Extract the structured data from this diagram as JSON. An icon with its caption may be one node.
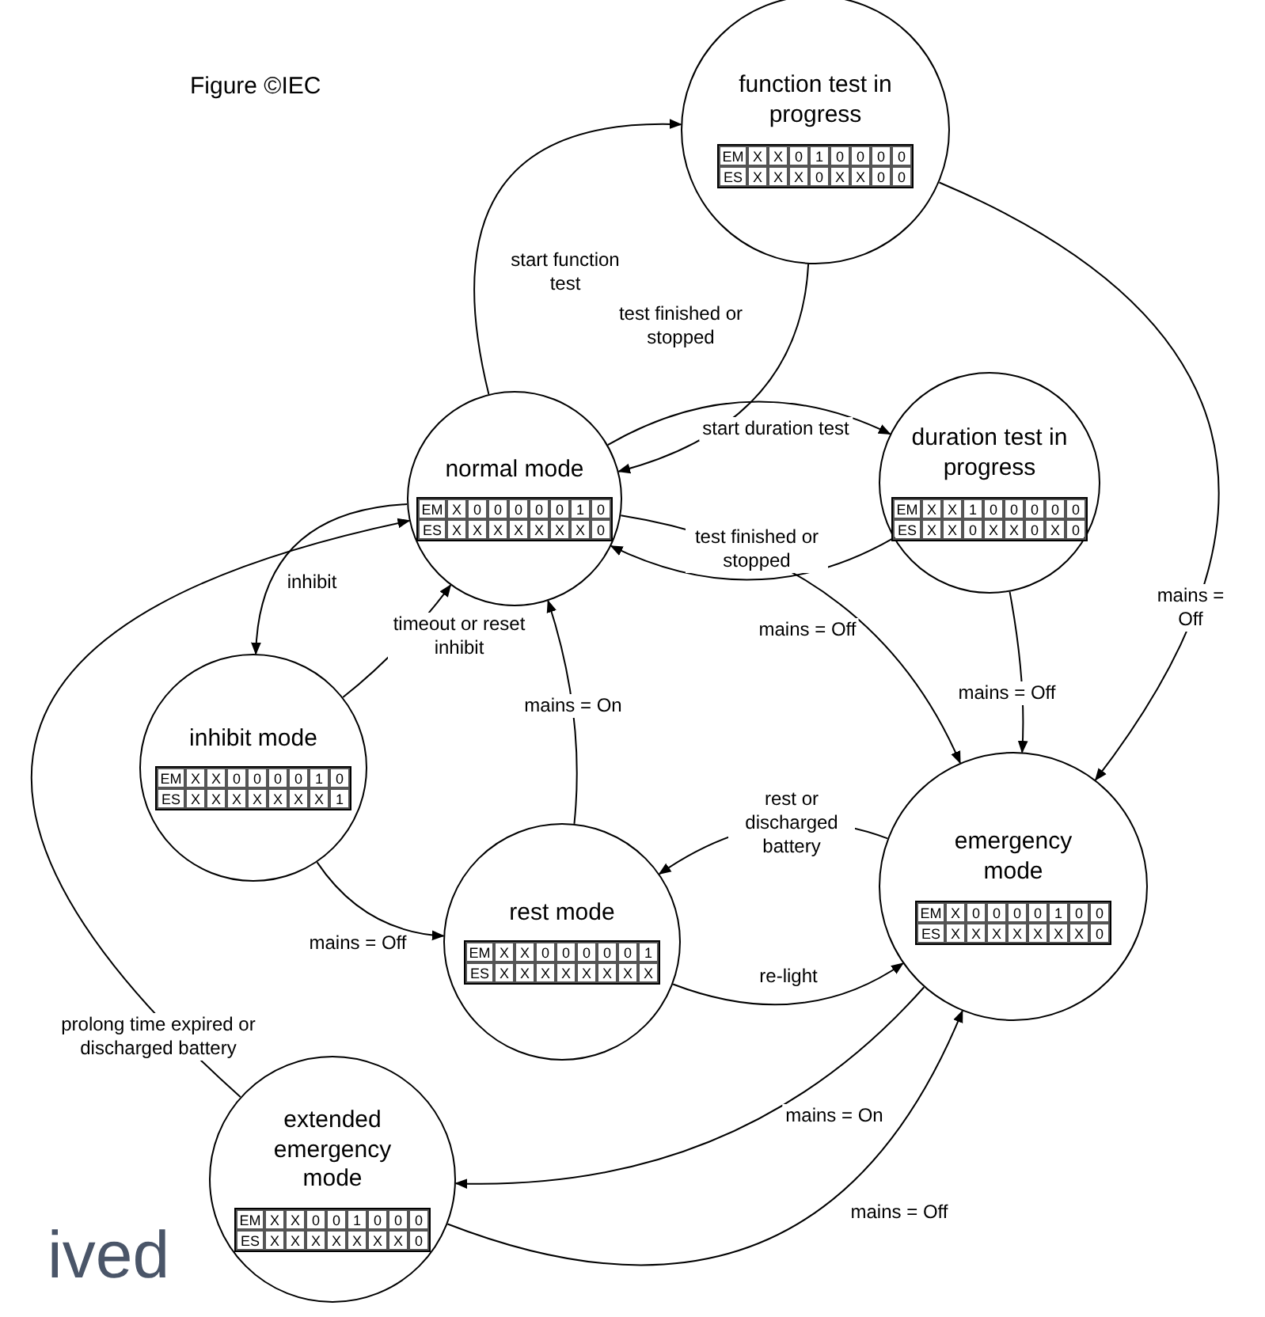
{
  "diagram": {
    "nodes": [
      {
        "text": [
          "function test in progress",
          "EM",
          "X",
          "X",
          "0",
          "1",
          "0",
          "0",
          "0",
          "0",
          "ES",
          "X",
          "X",
          "X",
          "0",
          "X",
          "X",
          "0",
          "0"
        ]
      },
      {
        "text": [
          "normal mode",
          "EM",
          "X",
          "0",
          "0",
          "0",
          "0",
          "0",
          "1",
          "0",
          "ES",
          "X",
          "X",
          "X",
          "X",
          "X",
          "X",
          "X",
          "0"
        ]
      },
      {
        "text": [
          "duration test in progress",
          "EM",
          "X",
          "X",
          "1",
          "0",
          "0",
          "0",
          "0",
          "0",
          "ES",
          "X",
          "X",
          "0",
          "X",
          "X",
          "0",
          "X",
          "0"
        ]
      },
      {
        "text": [
          "inhibit mode",
          "EM",
          "X",
          "X",
          "0",
          "0",
          "0",
          "0",
          "1",
          "0",
          "ES",
          "X",
          "X",
          "X",
          "X",
          "X",
          "X",
          "X",
          "1"
        ]
      },
      {
        "text": [
          "rest mode",
          "EM",
          "X",
          "X",
          "0",
          "0",
          "0",
          "0",
          "0",
          "1",
          "ES",
          "X",
          "X",
          "X",
          "X",
          "X",
          "X",
          "X",
          "X"
        ]
      },
      {
        "text": [
          "emergency mode",
          "EM",
          "X",
          "0",
          "0",
          "0",
          "0",
          "1",
          "0",
          "0",
          "ES",
          "X",
          "X",
          "X",
          "X",
          "X",
          "X",
          "X",
          "0"
        ]
      },
      {
        "text": [
          "extended emergency mode",
          "EM",
          "X",
          "X",
          "0",
          "0",
          "1",
          "0",
          "0",
          "0",
          "ES",
          "X",
          "X",
          "X",
          "X",
          "X",
          "X",
          "X",
          "0"
        ]
      }
    ],
    "edges": [
      {
        "from": 1,
        "to": 0,
        "arrow": "to",
        "label": "start function test"
      },
      {
        "from": 0,
        "to": 1,
        "arrow": "to",
        "label": "test finished or stopped"
      },
      {
        "from": 1,
        "to": 2,
        "arrow": "to",
        "label": "start duration test"
      },
      {
        "from": 2,
        "to": 1,
        "arrow": "to",
        "label": "test finished or stopped"
      },
      {
        "from": 1,
        "to": 3,
        "arrow": "to",
        "label": "inhibit"
      },
      {
        "from": 3,
        "to": 1,
        "arrow": "to",
        "label": "timeout or reset inhibit"
      },
      {
        "from": 1,
        "to": 5,
        "arrow": "to",
        "label": "mains = Off"
      },
      {
        "from": 2,
        "to": 5,
        "arrow": "to",
        "label": "mains = Off"
      },
      {
        "from": 0,
        "to": 5,
        "arrow": "to",
        "label": "mains = Off"
      },
      {
        "from": 4,
        "to": 1,
        "arrow": "to",
        "label": "mains = On"
      },
      {
        "from": 3,
        "to": 4,
        "arrow": "to",
        "label": "mains = Off"
      },
      {
        "from": 5,
        "to": 4,
        "arrow": "to",
        "label": "rest or discharged battery"
      },
      {
        "from": 4,
        "to": 5,
        "arrow": "to",
        "label": "re-light"
      },
      {
        "from": 5,
        "to": 6,
        "arrow": "to",
        "label": "mains = On"
      },
      {
        "from": 6,
        "to": 5,
        "arrow": "to",
        "label": "mains = Off"
      },
      {
        "from": 6,
        "to": 1,
        "arrow": "to",
        "label": "prolong time expired or discharged battery"
      }
    ],
    "labels": [
      "Figure ©IEC",
      "ived"
    ]
  }
}
